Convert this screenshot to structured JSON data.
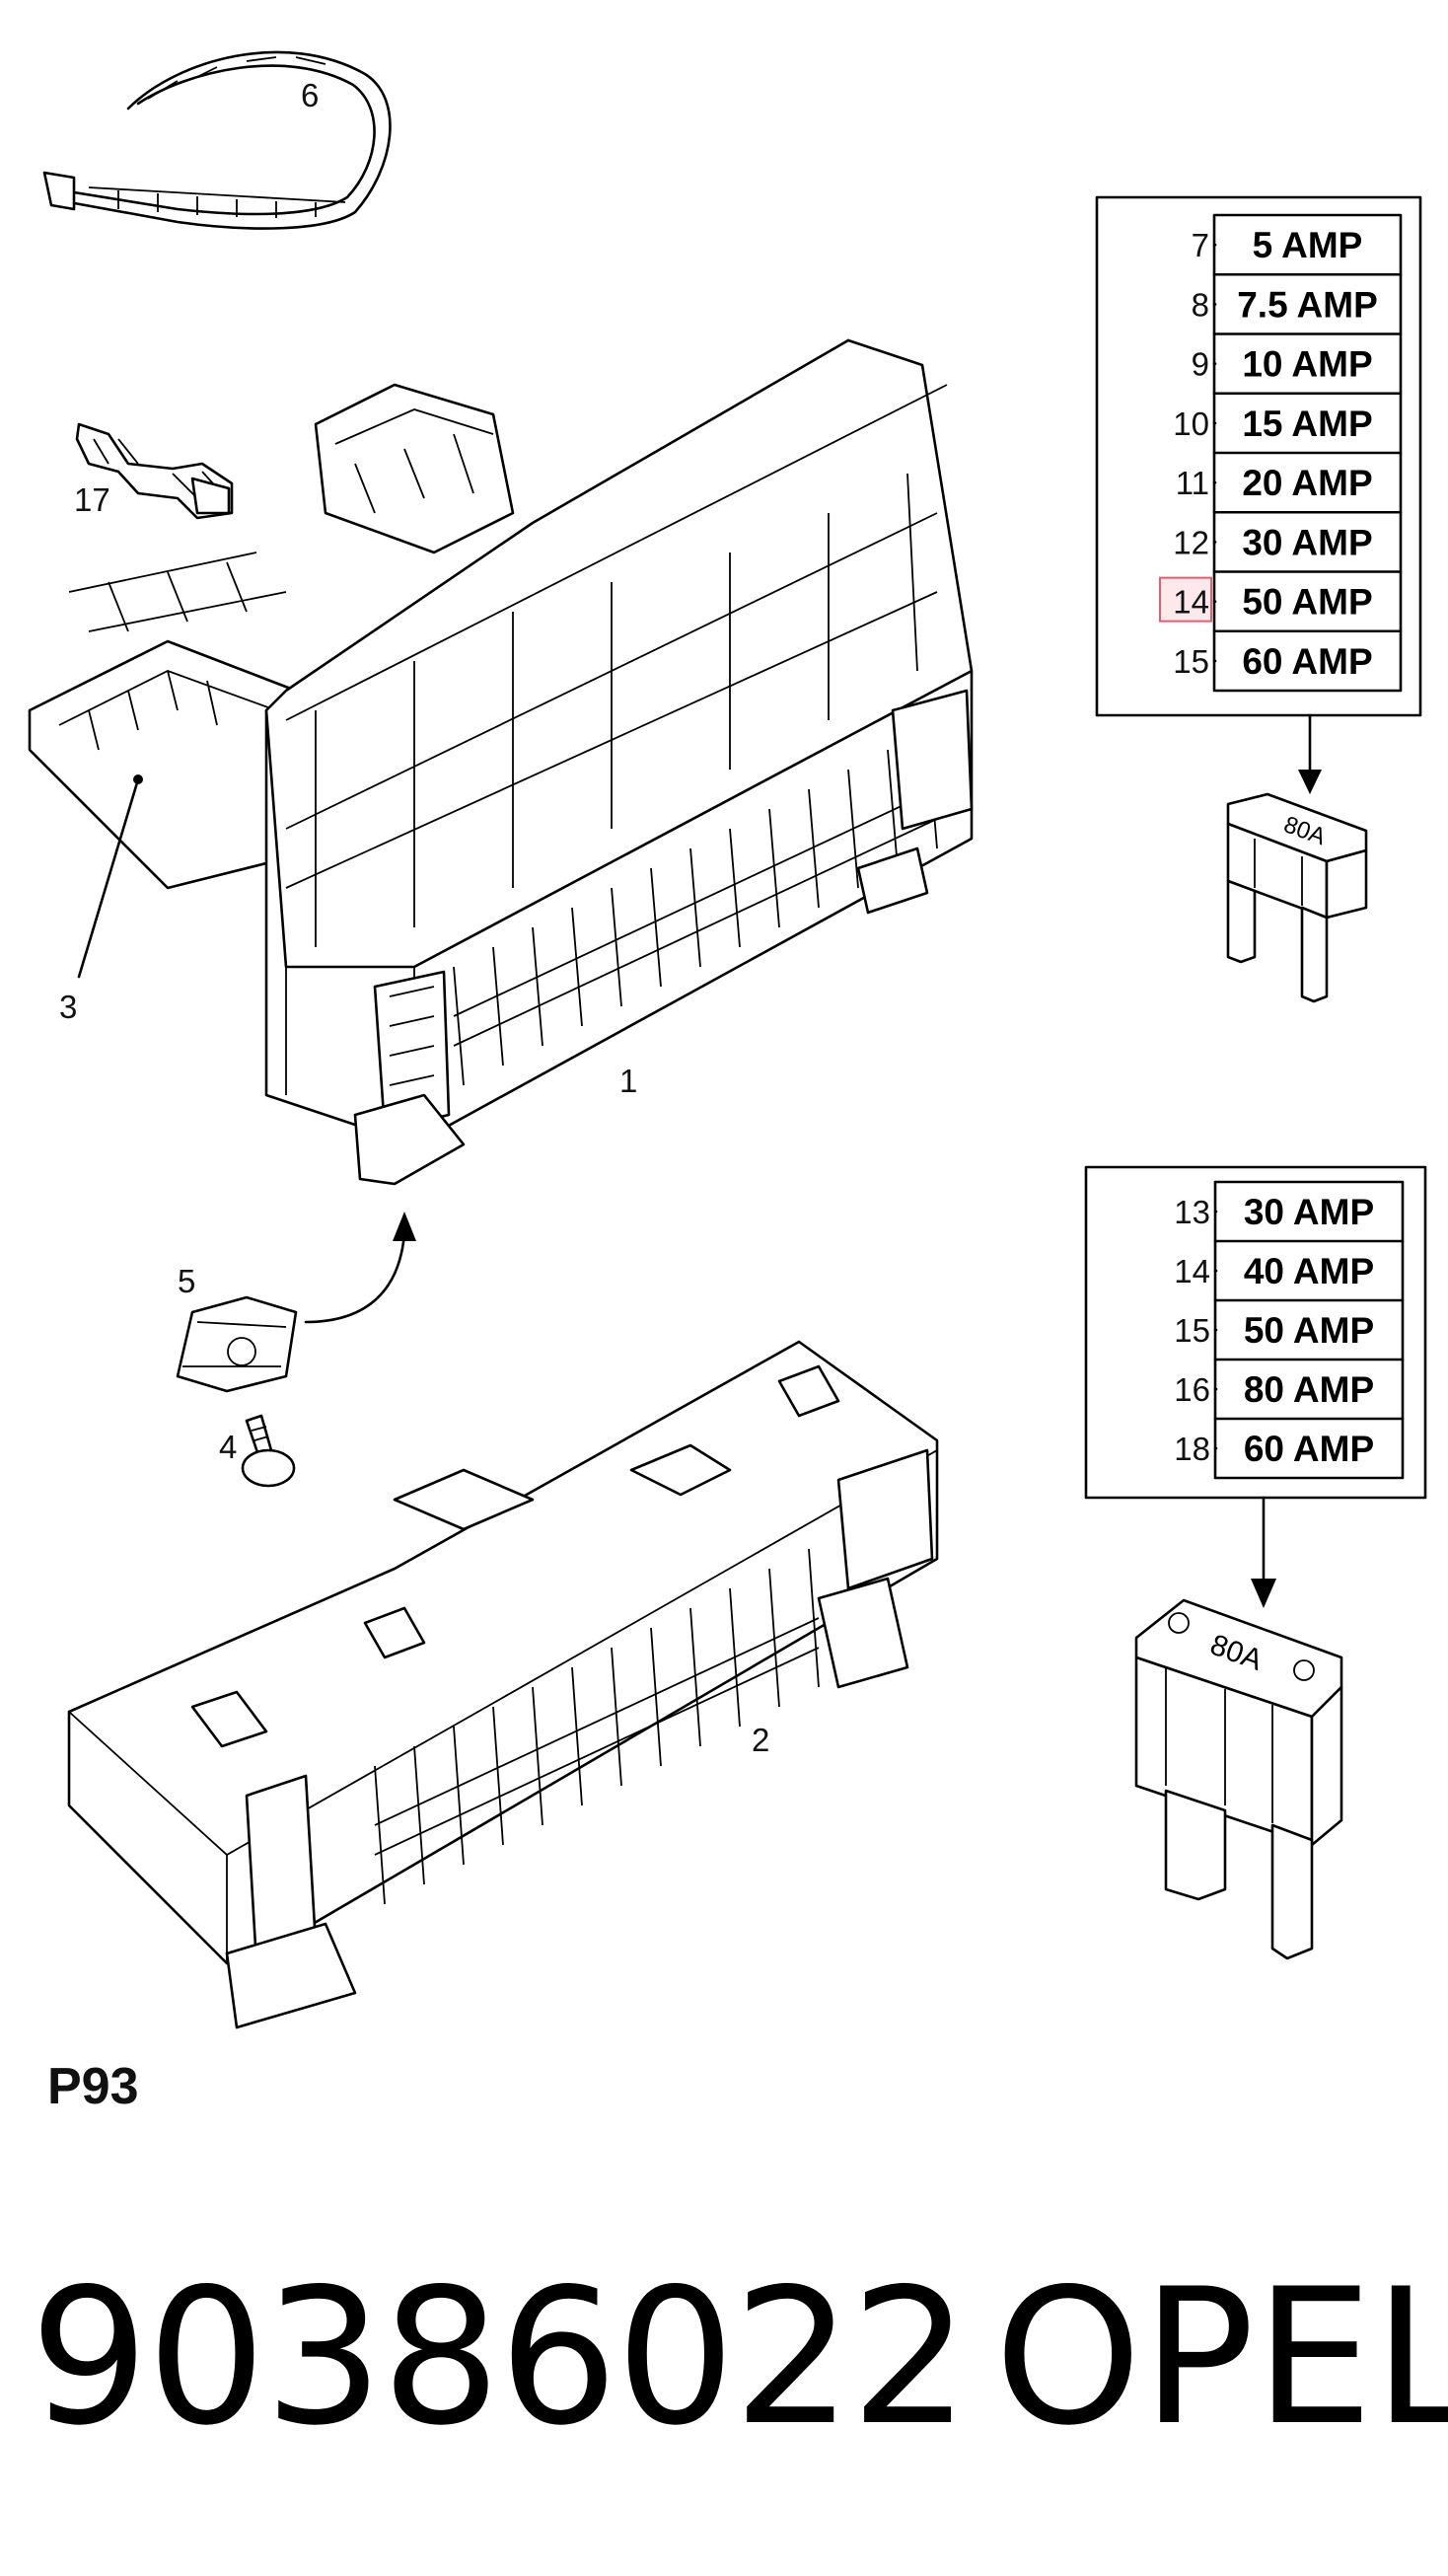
{
  "callouts": {
    "c1": "1",
    "c2": "2",
    "c3": "3",
    "c4": "4",
    "c5": "5",
    "c6": "6",
    "c17": "17"
  },
  "fuse_table_top": {
    "rows": [
      {
        "ref": "7",
        "label": "5 AMP"
      },
      {
        "ref": "8",
        "label": "7.5 AMP"
      },
      {
        "ref": "9",
        "label": "10 AMP"
      },
      {
        "ref": "10",
        "label": "15 AMP"
      },
      {
        "ref": "11",
        "label": "20 AMP"
      },
      {
        "ref": "12",
        "label": "30 AMP"
      },
      {
        "ref": "14",
        "label": "50 AMP",
        "highlighted": true
      },
      {
        "ref": "15",
        "label": "60 AMP"
      }
    ]
  },
  "fuse_table_bottom": {
    "rows": [
      {
        "ref": "13",
        "label": "30 AMP"
      },
      {
        "ref": "14",
        "label": "40 AMP"
      },
      {
        "ref": "15",
        "label": "50 AMP"
      },
      {
        "ref": "16",
        "label": "80 AMP"
      },
      {
        "ref": "18",
        "label": "60 AMP"
      }
    ]
  },
  "fuse_small_marking": "80A",
  "fuse_large_marking": "80A",
  "diagram_code": "P93",
  "part_number": "90386022",
  "brand": "OPEL",
  "colors": {
    "highlight_border": "#e06070",
    "highlight_fill": "#fde8ec",
    "ink": "#000000"
  }
}
